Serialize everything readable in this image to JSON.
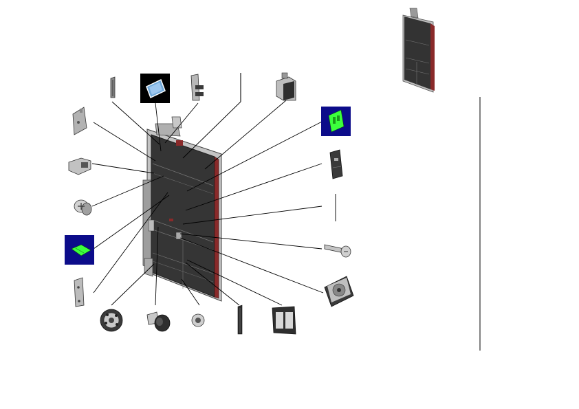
{
  "diagram": {
    "kind": "exploded-parts-view",
    "labels": [],
    "colors": {
      "panel": "#3a3a3a",
      "panel_dark": "#1e1e1e",
      "frame": "#b9b9b9",
      "edge_red": "#8a2a2a",
      "leader": "#000000",
      "highlight_bg": "#0c0c8a",
      "highlight_part": "#3cff3c",
      "part_gray": "#a8a8a8",
      "part_dark": "#4a4a4a"
    },
    "parts": [
      {
        "id": "vertical-rail",
        "icon": "rail-icon"
      },
      {
        "id": "display-module",
        "icon": "display-icon",
        "highlighted": true
      },
      {
        "id": "connector-bracket",
        "icon": "bracket-icon"
      },
      {
        "id": "thin-rod",
        "icon": "rod-icon"
      },
      {
        "id": "power-block",
        "icon": "power-block-icon"
      },
      {
        "id": "side-plate",
        "icon": "plate-icon"
      },
      {
        "id": "latch-block",
        "icon": "latch-icon"
      },
      {
        "id": "panel-screw",
        "icon": "screw-icon"
      },
      {
        "id": "circuit-card",
        "icon": "circuit-card-icon",
        "highlighted": true
      },
      {
        "id": "mounting-strip",
        "icon": "strip-icon"
      },
      {
        "id": "gear-hub",
        "icon": "gear-icon"
      },
      {
        "id": "thumb-knob",
        "icon": "knob-icon"
      },
      {
        "id": "small-standoff",
        "icon": "standoff-icon"
      },
      {
        "id": "side-bar",
        "icon": "bar-icon"
      },
      {
        "id": "dual-frame",
        "icon": "frame-icon"
      },
      {
        "id": "upright-board",
        "icon": "circuit-board-icon",
        "highlighted": true
      },
      {
        "id": "small-door",
        "icon": "door-icon"
      },
      {
        "id": "pin",
        "icon": "pin-icon"
      },
      {
        "id": "long-bolt",
        "icon": "bolt-icon"
      },
      {
        "id": "cooling-fan",
        "icon": "fan-icon"
      }
    ]
  }
}
